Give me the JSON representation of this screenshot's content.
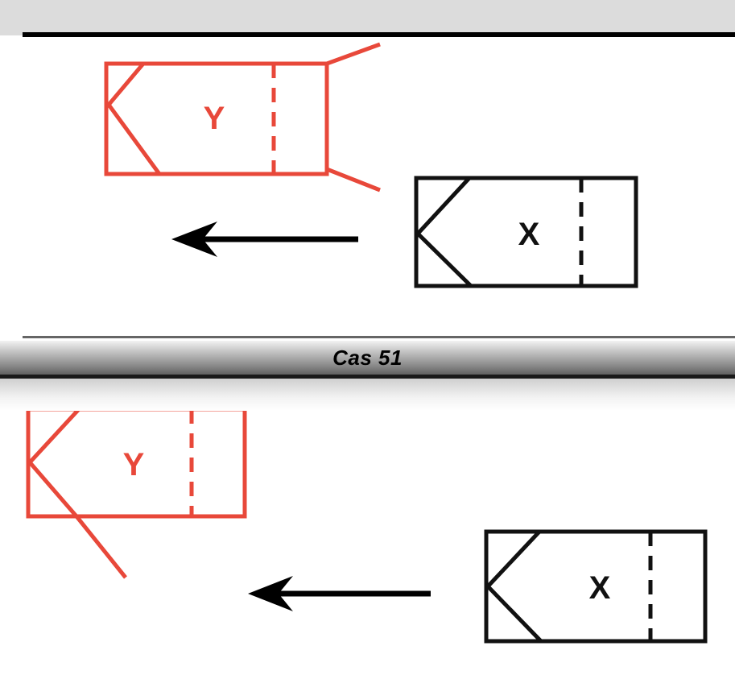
{
  "case_title": "Cas 51",
  "colors": {
    "vehicle_y": "#e8483a",
    "vehicle_x": "#111111",
    "arrow": "#000000"
  },
  "top_scene": {
    "vehicle_y_label": "Y",
    "vehicle_x_label": "X",
    "arrow_direction": "left"
  },
  "bottom_scene": {
    "vehicle_y_label": "Y",
    "vehicle_x_label": "X",
    "arrow_direction": "left"
  }
}
